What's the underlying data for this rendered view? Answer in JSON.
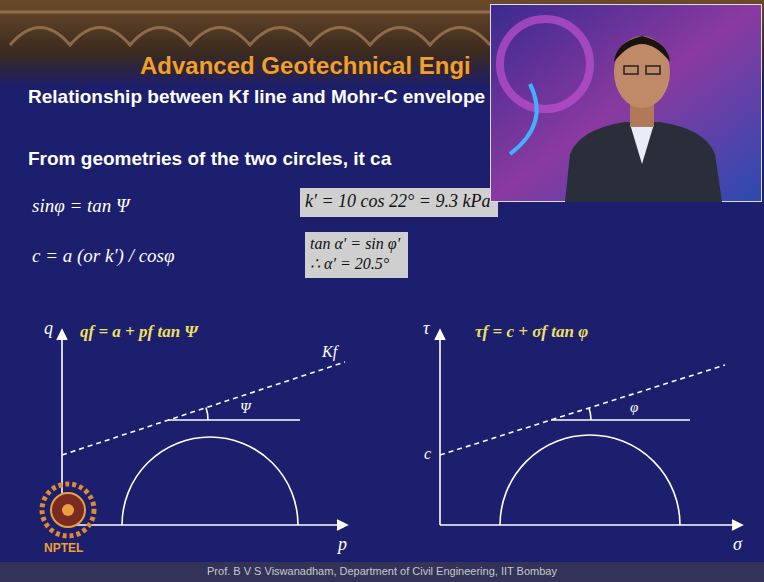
{
  "diagram": {
    "title": "Relationship between Kf line and Mohr-C envelope",
    "caption": "Prof. B V S Viswanadham, Department of Civil Engineering, IIT Bombay",
    "nodes": [
      {
        "text": [
          "k′ = 10 cos 22° = 9.3 kPa"
        ]
      },
      {
        "text": [
          "tan α′ = sin φ′",
          "∴ α′ = 20.5°"
        ]
      }
    ],
    "labels": [
      "Advanced Geotechnical Engi",
      "From geometries of the two circles, it ca",
      "sinφ = tan Ψ",
      "c = a (or k′) / cosφ",
      "q",
      "qf = a + pf tan Ψ",
      "Kf",
      "Ψ",
      "p",
      "NPTEL",
      "τ",
      "τf = c + σf tan φ",
      "φ",
      "c",
      "σ"
    ]
  }
}
